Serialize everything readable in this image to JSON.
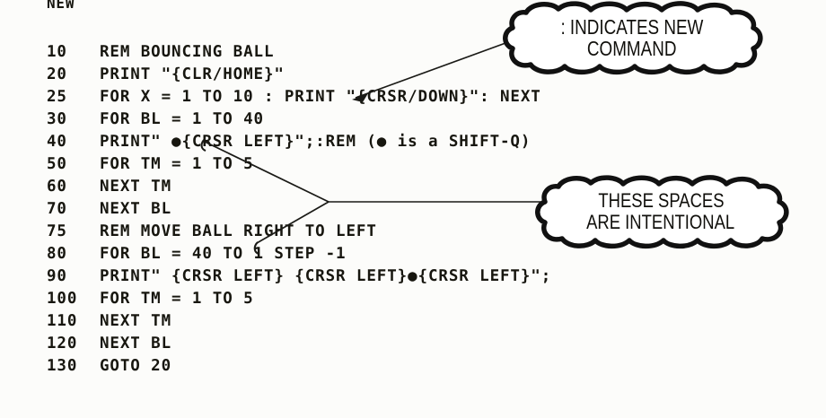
{
  "document": {
    "kind": "printed-basic-program-listing",
    "machine_prompt": "NEW"
  },
  "listing": {
    "command": "NEW",
    "lines": [
      {
        "number": "10",
        "code": "REM BOUNCING BALL"
      },
      {
        "number": "20",
        "code": "PRINT \"{CLR/HOME}\""
      },
      {
        "number": "25",
        "code": "FOR X = 1 TO 10 : PRINT \"{CRSR/DOWN}\": NEXT"
      },
      {
        "number": "30",
        "code": "FOR BL = 1 TO 40"
      },
      {
        "number": "40",
        "code": "PRINT\" ●{CRSR LEFT}\";:REM (● is a SHIFT-Q)"
      },
      {
        "number": "50",
        "code": "FOR TM = 1 TO 5"
      },
      {
        "number": "60",
        "code": "NEXT TM"
      },
      {
        "number": "70",
        "code": "NEXT BL"
      },
      {
        "number": "75",
        "code": "REM MOVE BALL RIGHT TO LEFT"
      },
      {
        "number": "80",
        "code": "FOR BL = 40 TO 1 STEP -1"
      },
      {
        "number": "90",
        "code": "PRINT\" {CRSR LEFT} {CRSR LEFT}●{CRSR LEFT}\";"
      },
      {
        "number": "100",
        "code": "FOR TM = 1 TO 5"
      },
      {
        "number": "110",
        "code": "NEXT TM"
      },
      {
        "number": "120",
        "code": "NEXT BL"
      },
      {
        "number": "130",
        "code": "GOTO 20"
      }
    ]
  },
  "callouts": [
    {
      "id": "indicates-new-command",
      "line1": ": INDICATES NEW",
      "line2": "COMMAND",
      "points_to": "line 25 colon"
    },
    {
      "id": "spaces-are-intentional",
      "line1": "THESE SPACES",
      "line2": "ARE INTENTIONAL",
      "points_to": "line 40 and line 90 leading spaces"
    }
  ],
  "colors": {
    "paper": "#fcfcfa",
    "ink": "#17160f",
    "leader": "#1a1a16"
  }
}
